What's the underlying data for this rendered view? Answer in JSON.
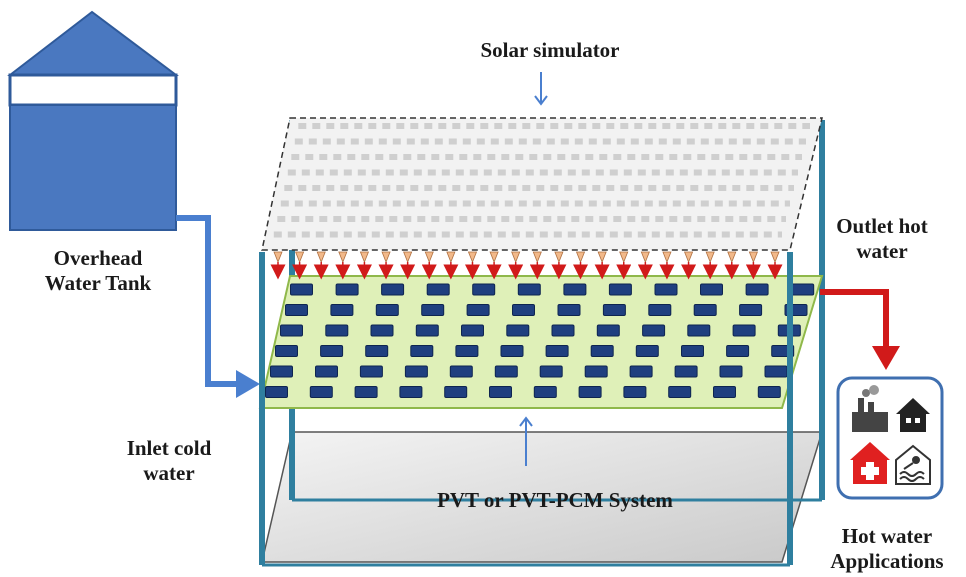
{
  "labels": {
    "solar_simulator": "Solar simulator",
    "overhead_tank": "Overhead\nWater Tank",
    "outlet": "Outlet hot\nwater",
    "inlet": "Inlet cold\nwater",
    "system": "PVT or PVT-PCM System",
    "applications": "Hot water\nApplications"
  },
  "application_icons": [
    "factory-icon",
    "house-icon",
    "hospital-icon",
    "swimming-pool-icon"
  ],
  "colors": {
    "tank_blue": "#4a78c0",
    "pipe_cold": "#4a7fcf",
    "pipe_hot": "#d11a1a",
    "frame": "#2f7f9f",
    "panel_green": "#dff0b8",
    "cell_blue": "#1f3f7f",
    "base_gray": "#d6d6d6",
    "lamp_gray": "#cfcfcf"
  }
}
